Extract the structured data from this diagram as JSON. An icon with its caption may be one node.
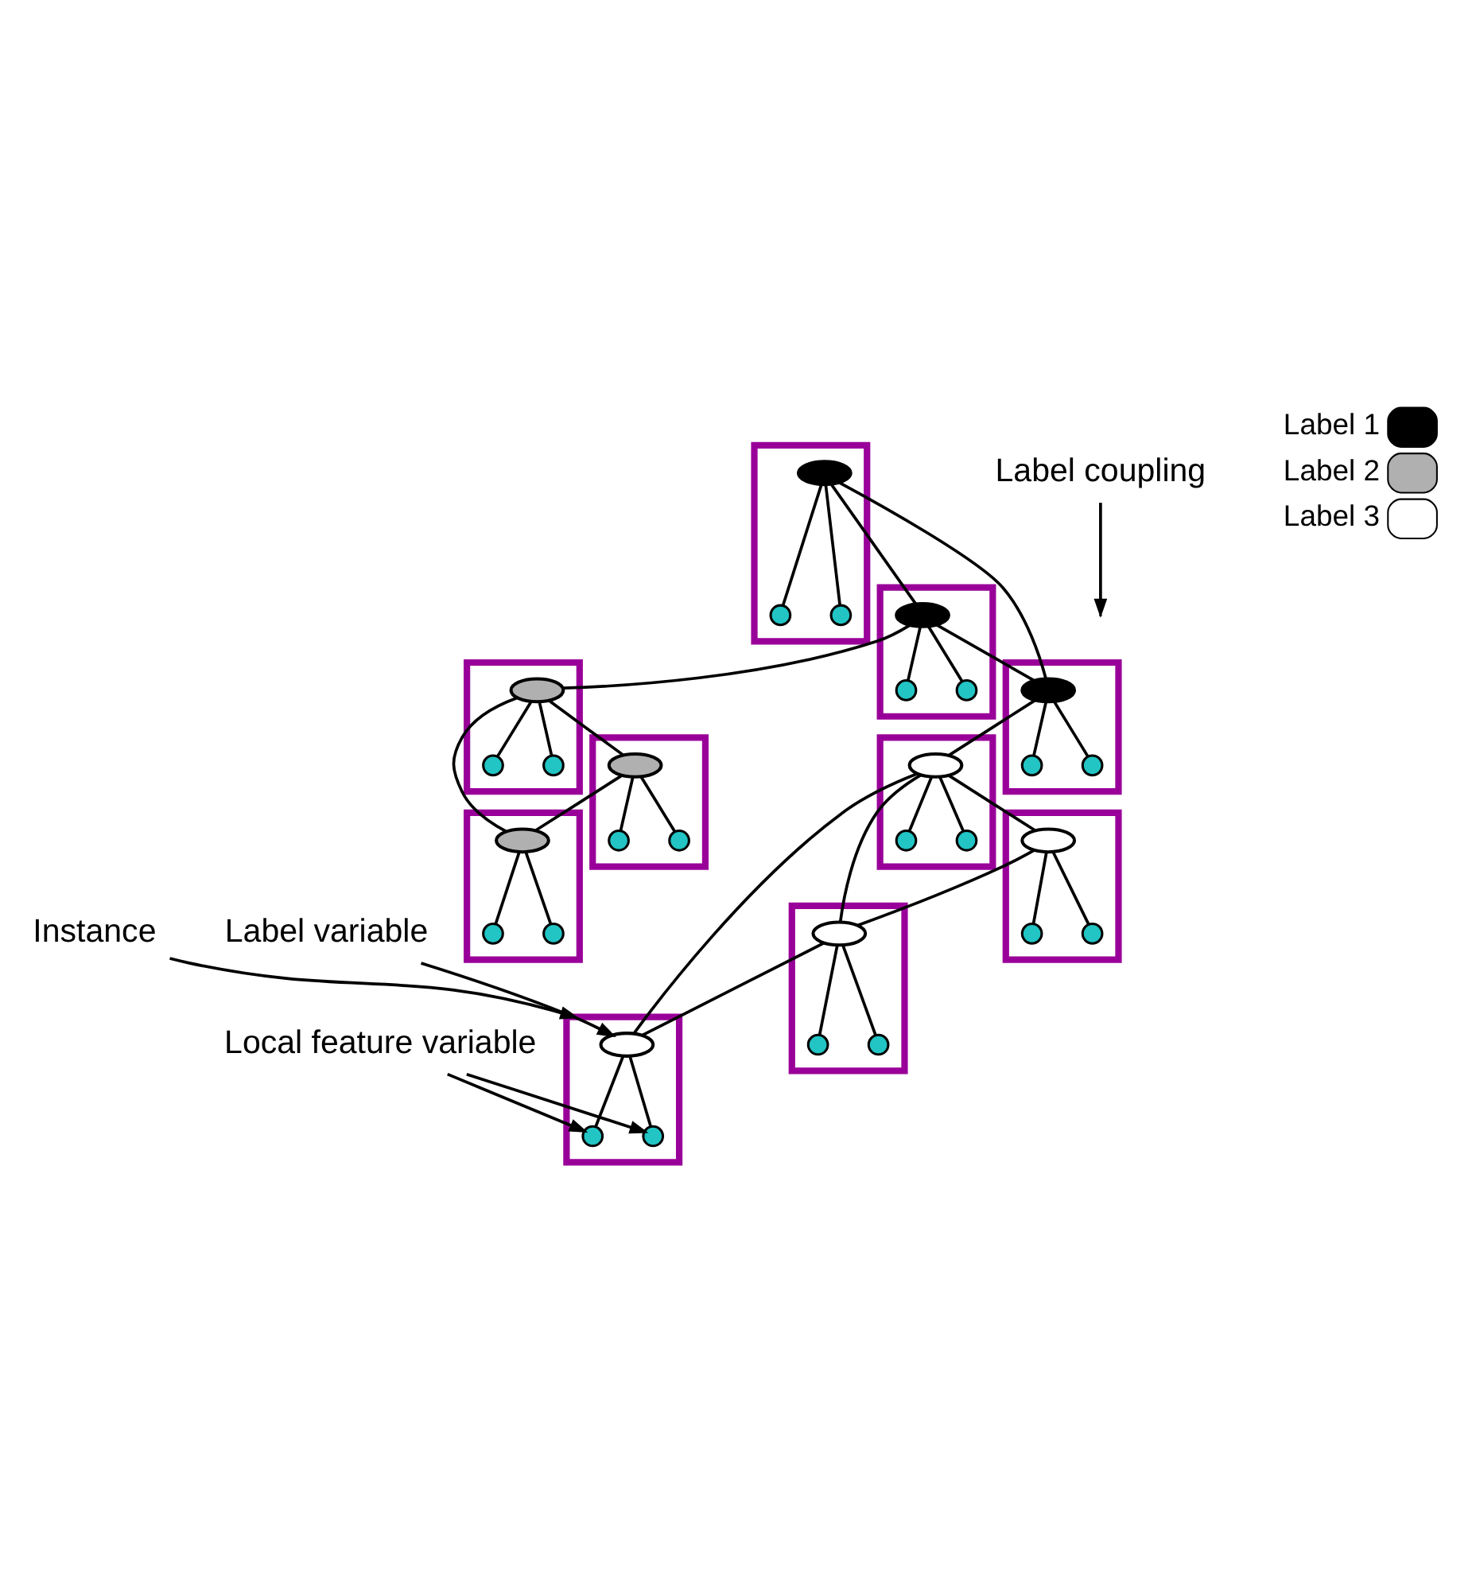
{
  "diagram": {
    "nodes": [
      {
        "text": [],
        "shape": "box"
      },
      {
        "text": [],
        "shape": "ellipse",
        "in": 0
      },
      {
        "text": [],
        "shape": "circle",
        "in": 0
      },
      {
        "text": [],
        "shape": "circle",
        "in": 0
      },
      {
        "text": [],
        "shape": "box"
      },
      {
        "text": [],
        "shape": "ellipse",
        "in": 4
      },
      {
        "text": [],
        "shape": "circle",
        "in": 4
      },
      {
        "text": [],
        "shape": "circle",
        "in": 4
      },
      {
        "text": [],
        "shape": "box"
      },
      {
        "text": [],
        "shape": "ellipse",
        "in": 8
      },
      {
        "text": [],
        "shape": "circle",
        "in": 8
      },
      {
        "text": [],
        "shape": "circle",
        "in": 8
      },
      {
        "text": [],
        "shape": "box"
      },
      {
        "text": [],
        "shape": "ellipse",
        "in": 12
      },
      {
        "text": [],
        "shape": "circle",
        "in": 12
      },
      {
        "text": [],
        "shape": "circle",
        "in": 12
      },
      {
        "text": [],
        "shape": "box"
      },
      {
        "text": [],
        "shape": "ellipse",
        "in": 16
      },
      {
        "text": [],
        "shape": "circle",
        "in": 16
      },
      {
        "text": [],
        "shape": "circle",
        "in": 16
      },
      {
        "text": [],
        "shape": "box"
      },
      {
        "text": [],
        "shape": "ellipse",
        "in": 20
      },
      {
        "text": [],
        "shape": "circle",
        "in": 20
      },
      {
        "text": [],
        "shape": "circle",
        "in": 20
      },
      {
        "text": [],
        "shape": "box"
      },
      {
        "text": [],
        "shape": "ellipse",
        "in": 24
      },
      {
        "text": [],
        "shape": "circle",
        "in": 24
      },
      {
        "text": [],
        "shape": "circle",
        "in": 24
      },
      {
        "text": [],
        "shape": "box"
      },
      {
        "text": [],
        "shape": "ellipse",
        "in": 28
      },
      {
        "text": [],
        "shape": "circle",
        "in": 28
      },
      {
        "text": [],
        "shape": "circle",
        "in": 28
      },
      {
        "text": [],
        "shape": "box"
      },
      {
        "text": [],
        "shape": "ellipse",
        "in": 32
      },
      {
        "text": [],
        "shape": "circle",
        "in": 32
      },
      {
        "text": [],
        "shape": "circle",
        "in": 32
      },
      {
        "text": [],
        "shape": "box"
      },
      {
        "text": [],
        "shape": "ellipse",
        "in": 36
      },
      {
        "text": [],
        "shape": "circle",
        "in": 36
      },
      {
        "text": [],
        "shape": "circle",
        "in": 36
      },
      {
        "text": [
          "Label coupling"
        ]
      },
      {
        "text": [
          "Instance"
        ]
      },
      {
        "text": [
          "Local feature variable"
        ]
      },
      {
        "text": [
          "Label variable"
        ]
      }
    ],
    "edges": [
      {
        "from": 1,
        "to": 2,
        "arrow": "none"
      },
      {
        "from": 1,
        "to": 3,
        "arrow": "none"
      },
      {
        "from": 5,
        "to": 6,
        "arrow": "none"
      },
      {
        "from": 5,
        "to": 7,
        "arrow": "none"
      },
      {
        "from": 9,
        "to": 10,
        "arrow": "none"
      },
      {
        "from": 9,
        "to": 11,
        "arrow": "none"
      },
      {
        "from": 13,
        "to": 14,
        "arrow": "none"
      },
      {
        "from": 13,
        "to": 15,
        "arrow": "none"
      },
      {
        "from": 17,
        "to": 18,
        "arrow": "none"
      },
      {
        "from": 17,
        "to": 19,
        "arrow": "none"
      },
      {
        "from": 21,
        "to": 22,
        "arrow": "none"
      },
      {
        "from": 21,
        "to": 23,
        "arrow": "none"
      },
      {
        "from": 25,
        "to": 26,
        "arrow": "none"
      },
      {
        "from": 25,
        "to": 27,
        "arrow": "none"
      },
      {
        "from": 29,
        "to": 30,
        "arrow": "none"
      },
      {
        "from": 29,
        "to": 31,
        "arrow": "none"
      },
      {
        "from": 33,
        "to": 34,
        "arrow": "none"
      },
      {
        "from": 33,
        "to": 35,
        "arrow": "none"
      },
      {
        "from": 37,
        "to": 38,
        "arrow": "none"
      },
      {
        "from": 37,
        "to": 39,
        "arrow": "none"
      },
      {
        "from": 13,
        "to": 17,
        "arrow": "none"
      },
      {
        "from": 13,
        "to": 25,
        "arrow": "none"
      },
      {
        "from": 17,
        "to": 25,
        "arrow": "none"
      },
      {
        "from": 17,
        "to": 1,
        "arrow": "none"
      },
      {
        "from": 1,
        "to": 5,
        "arrow": "none"
      },
      {
        "from": 1,
        "to": 9,
        "arrow": "none"
      },
      {
        "from": 9,
        "to": 5,
        "arrow": "none"
      },
      {
        "from": 25,
        "to": 29,
        "arrow": "none"
      },
      {
        "from": 29,
        "to": 21,
        "arrow": "none"
      },
      {
        "from": 29,
        "to": 33,
        "arrow": "none"
      },
      {
        "from": 29,
        "to": 37,
        "arrow": "none"
      },
      {
        "from": 21,
        "to": 33,
        "arrow": "none"
      },
      {
        "from": 33,
        "to": 37,
        "arrow": "none"
      },
      {
        "from": 40,
        "to": null,
        "arrow": "to"
      },
      {
        "from": 41,
        "to": 36,
        "arrow": "to"
      },
      {
        "from": 42,
        "to": 38,
        "arrow": "to"
      },
      {
        "from": 42,
        "to": 39,
        "arrow": "to"
      },
      {
        "from": 43,
        "to": 37,
        "arrow": "to"
      }
    ],
    "legend": [
      {
        "text": "Label 1",
        "color": "#000000"
      },
      {
        "text": "Label 2",
        "color": "#b0b0b0"
      },
      {
        "text": "Label 3",
        "color": "#ffffff"
      }
    ]
  }
}
